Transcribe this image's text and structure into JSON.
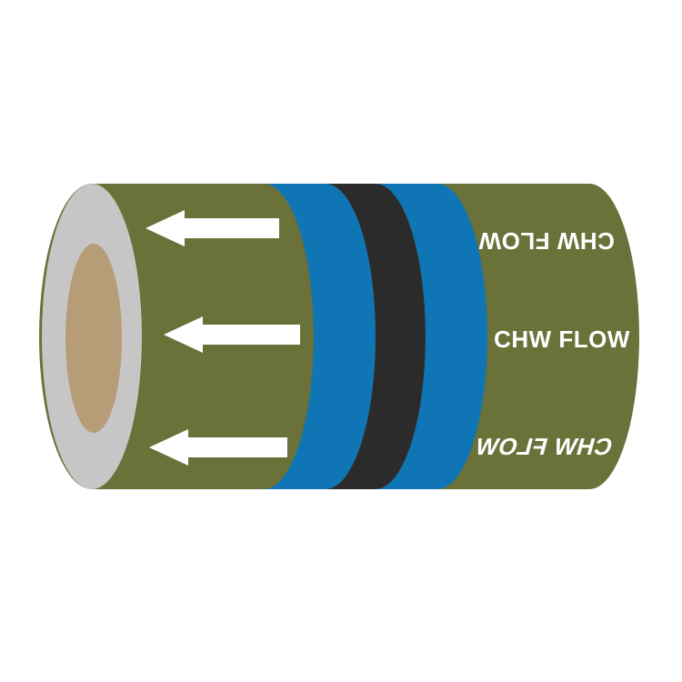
{
  "image": {
    "description": "Pipe marker illustration: olive-green pipe wrap with blue-black-blue bands, three white arrows pointing left, and CHW FLOW labels printed around the pipe",
    "flow_direction": "left"
  },
  "labels": {
    "top": "CHW FLOW",
    "middle": "CHW FLOW",
    "bottom": "CHW FLOW"
  },
  "bands": [
    "blue",
    "black",
    "blue"
  ],
  "colors": {
    "background": "#ffffff",
    "pipe_body": "#6a7139",
    "band_blue": "#0f75b5",
    "band_black": "#2b2b2b",
    "pipe_end_ring": "#c6c6c6",
    "pipe_bore": "#b79c78",
    "arrow": "#ffffff",
    "label_text": "#ffffff"
  }
}
